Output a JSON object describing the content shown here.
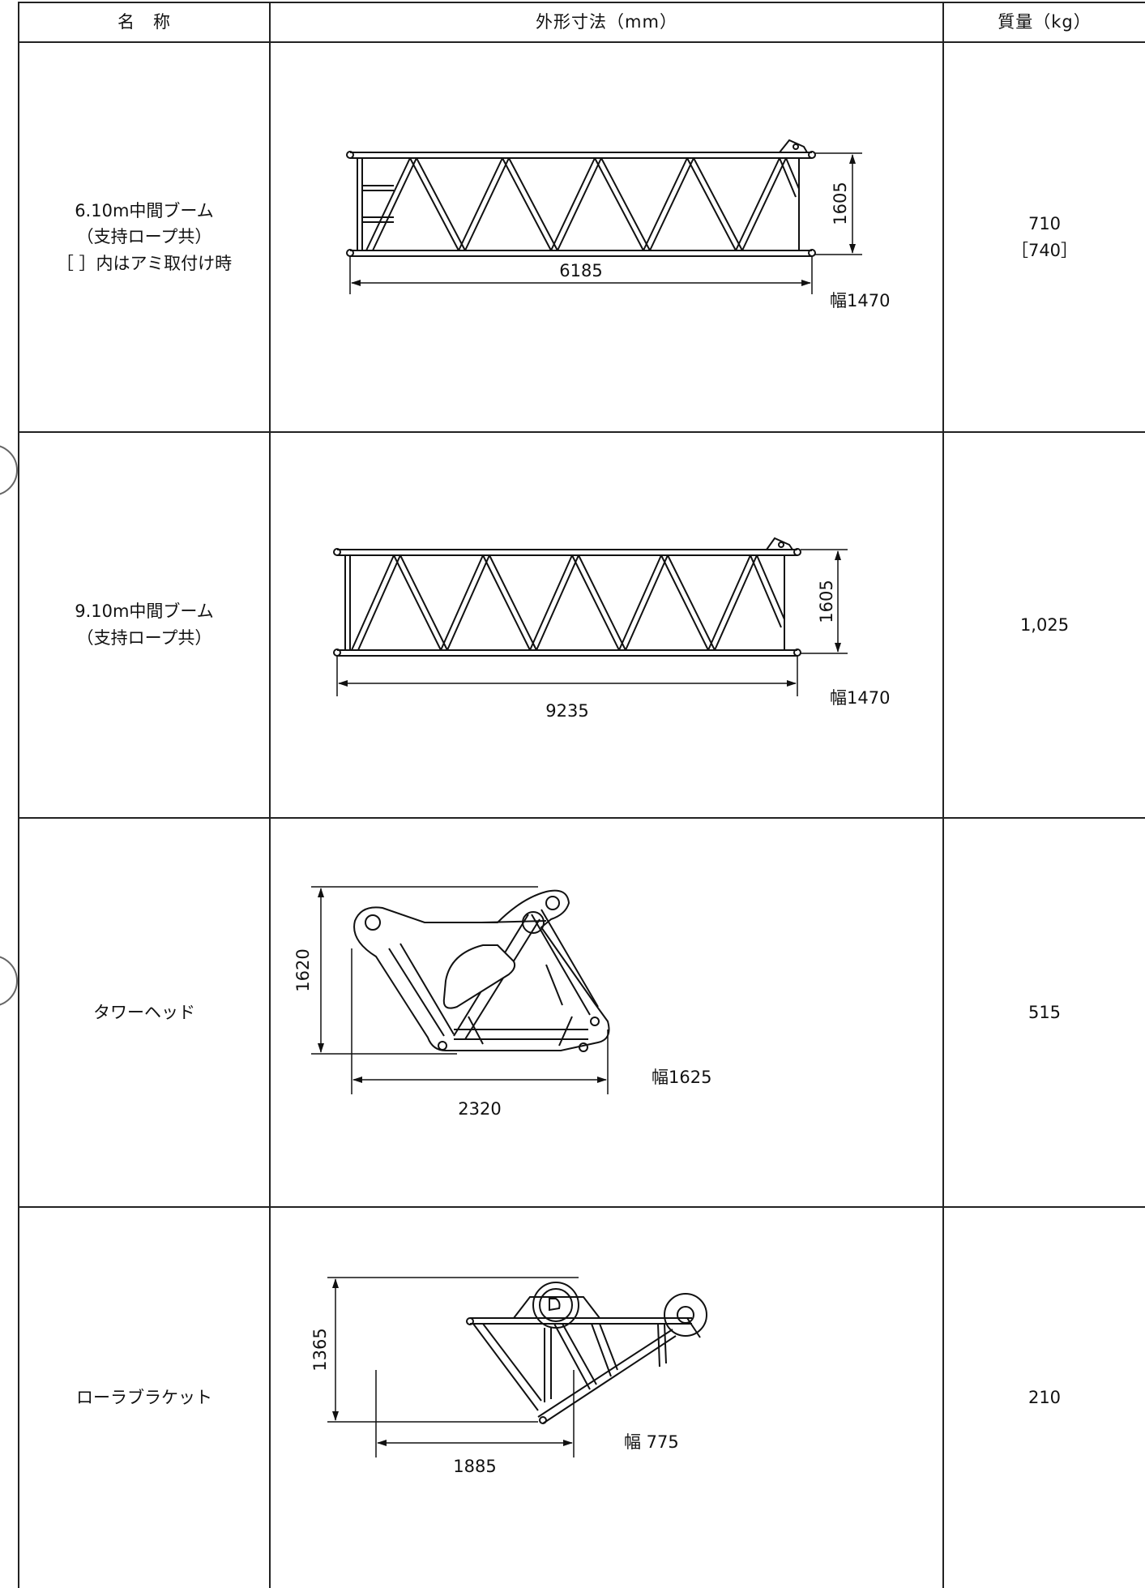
{
  "header": {
    "name_col": "名　称",
    "dim_col": "外形寸法（mm）",
    "mass_col": "質量（kg）"
  },
  "rows": [
    {
      "name_lines": [
        "6.10m中間ブーム",
        "（支持ロープ共）",
        "［ ］内はアミ取付け時"
      ],
      "mass_lines": [
        "710",
        "［740］"
      ],
      "dims": {
        "length": "6185",
        "height": "1605",
        "width": "幅1470"
      }
    },
    {
      "name_lines": [
        "9.10m中間ブーム",
        "（支持ロープ共）"
      ],
      "mass_lines": [
        "1,025"
      ],
      "dims": {
        "length": "9235",
        "height": "1605",
        "width": "幅1470"
      }
    },
    {
      "name_lines": [
        "タワーヘッド"
      ],
      "mass_lines": [
        "515"
      ],
      "dims": {
        "length": "2320",
        "height": "1620",
        "width": "幅1625"
      }
    },
    {
      "name_lines": [
        "ローラブラケット"
      ],
      "mass_lines": [
        "210"
      ],
      "dims": {
        "length": "1885",
        "height": "1365",
        "width": "幅 775"
      }
    }
  ]
}
